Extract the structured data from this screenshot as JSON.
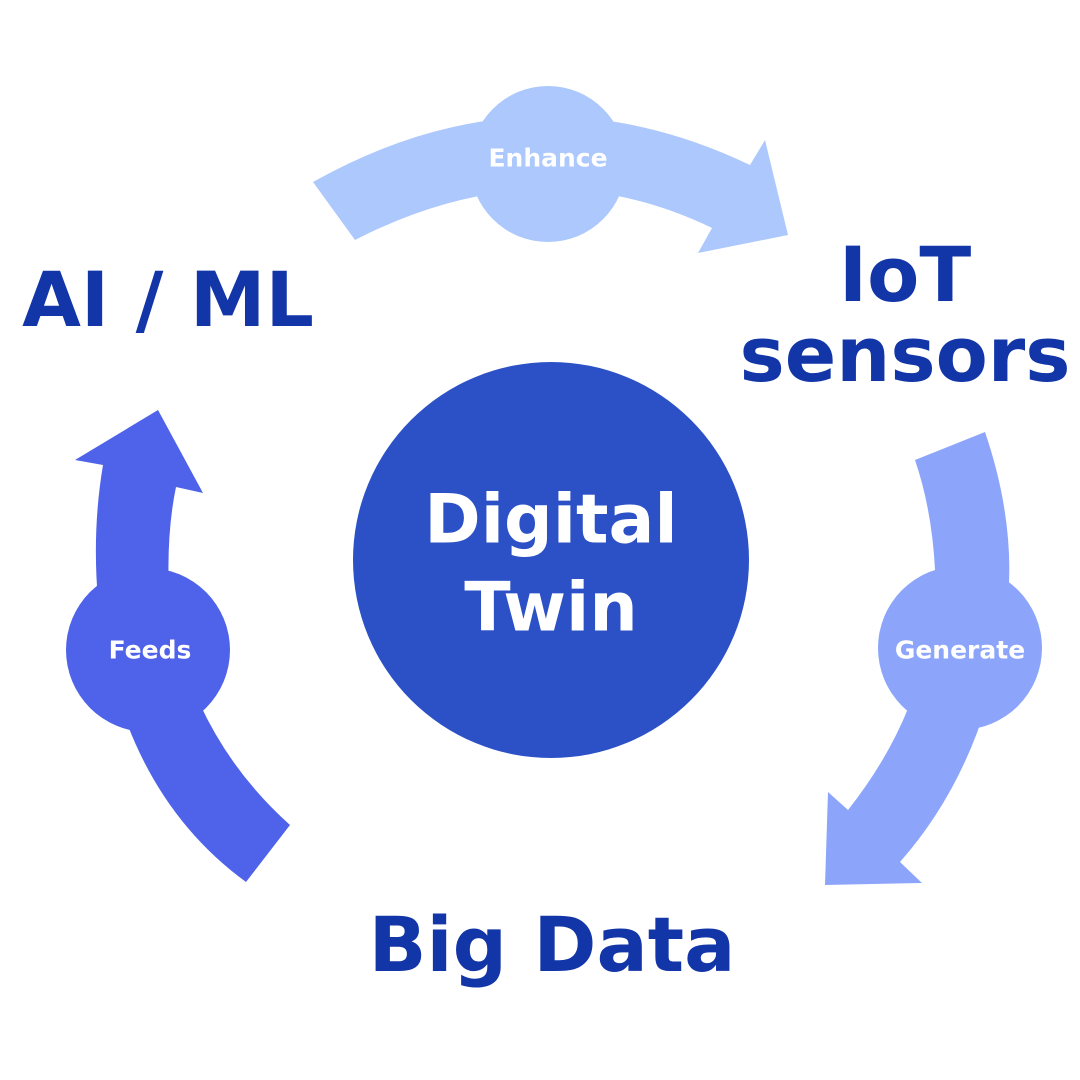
{
  "center": {
    "line1": "Digital",
    "line2": "Twin"
  },
  "nodes": {
    "ai_ml": "AI / ML",
    "iot_line1": "IoT",
    "iot_line2": "sensors",
    "big_data": "Big Data"
  },
  "arrows": {
    "enhance": "Enhance",
    "generate": "Generate",
    "feeds": "Feeds"
  },
  "colors": {
    "center": "#2c51c7",
    "node_text": "#1235a8",
    "enhance": "#adc8fc",
    "generate": "#8ca5fb",
    "feeds": "#4f62ea"
  }
}
